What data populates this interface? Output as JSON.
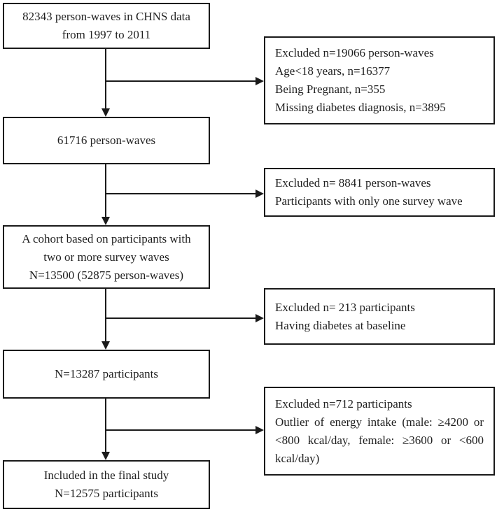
{
  "figure": {
    "type": "participant-flow-diagram",
    "background_color": "#ffffff",
    "line_color": "#1a1a1a",
    "text_color": "#1f1f1f",
    "main_boxes": [
      {
        "lines": [
          "82343 person-waves in CHNS data",
          "from 1997 to 2011"
        ]
      },
      {
        "lines": [
          "61716 person-waves"
        ]
      },
      {
        "lines": [
          "A cohort based on participants with",
          "two or more survey waves",
          "N=13500 (52875 person-waves)"
        ]
      },
      {
        "lines": [
          "N=13287 participants"
        ]
      },
      {
        "lines": [
          "Included in the final study",
          "N=12575 participants"
        ]
      }
    ],
    "exclusion_boxes": [
      {
        "lines": [
          "Excluded n=19066 person-waves",
          "Age<18 years, n=16377",
          "Being Pregnant, n=355",
          "Missing diabetes diagnosis, n=3895"
        ]
      },
      {
        "lines": [
          "Excluded n= 8841 person-waves",
          "Participants with only one survey wave"
        ]
      },
      {
        "lines": [
          "Excluded n= 213 participants",
          "Having diabetes at baseline"
        ]
      },
      {
        "lines": [
          "Excluded n=712 participants",
          "Outlier of energy intake (male: ≥4200 or <800 kcal/day, female: ≥3600 or <600 kcal/day)"
        ]
      }
    ]
  }
}
